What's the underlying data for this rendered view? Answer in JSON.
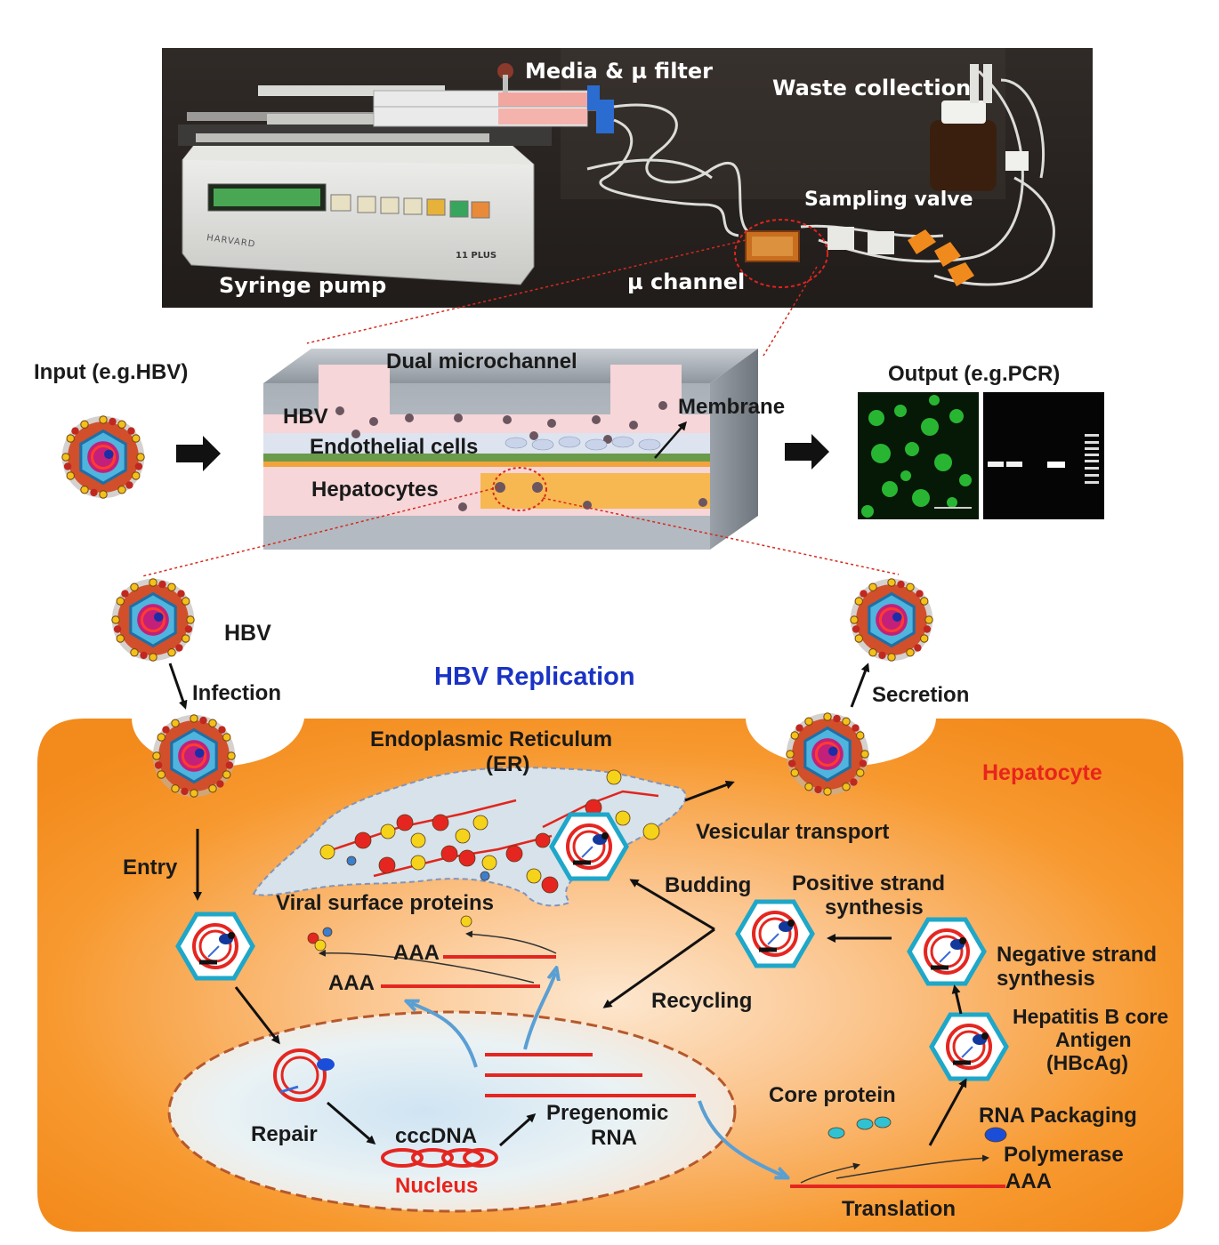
{
  "photo": {
    "syringe_pump": "Syringe pump",
    "media_filter": "Media & µ filter",
    "waste_collection": "Waste collection",
    "sampling_valve": "Sampling valve",
    "mu_channel": "µ channel",
    "pump_brand": "HARVARD",
    "pump_model": "11 PLUS"
  },
  "device": {
    "input": "Input (e.g.HBV)",
    "output": "Output (e.g.PCR)",
    "dual_microchannel": "Dual microchannel",
    "hbv": "HBV",
    "membrane": "Membrane",
    "endothelial": "Endothelial cells",
    "hepatocytes": "Hepatocytes"
  },
  "cycle": {
    "hbv_top": "HBV",
    "title": "HBV Replication",
    "infection": "Infection",
    "secretion": "Secretion",
    "er_line1": "Endoplasmic Reticulum",
    "er_line2": "(ER)",
    "hepatocyte": "Hepatocyte",
    "entry": "Entry",
    "vesicular": "Vesicular transport",
    "budding": "Budding",
    "pos_line1": "Positive strand",
    "pos_line2": "synthesis",
    "surface": "Viral surface proteins",
    "aaa1": "AAA",
    "aaa2": "AAA",
    "aaa3": "AAA",
    "neg_line1": "Negative strand",
    "neg_line2": "synthesis",
    "recycling": "Recycling",
    "hbc_line1": "Hepatitis B core",
    "hbc_line2": "Antigen",
    "hbc_line3": "(HBcAg)",
    "core_protein": "Core protein",
    "rna_packaging": "RNA Packaging",
    "repair": "Repair",
    "cccdna": "cccDNA",
    "pregenomic_line1": "Pregenomic",
    "pregenomic_line2": "RNA",
    "polymerase": "Polymerase",
    "nucleus": "Nucleus",
    "translation": "Translation"
  },
  "colors": {
    "title_blue": "#1a33c4",
    "red_label": "#e8241c",
    "cell_orange": "#f7922a",
    "hex_cyan": "#1ea7c9",
    "rna_red": "#e52620",
    "arrow_blue": "#5a9fd4"
  }
}
